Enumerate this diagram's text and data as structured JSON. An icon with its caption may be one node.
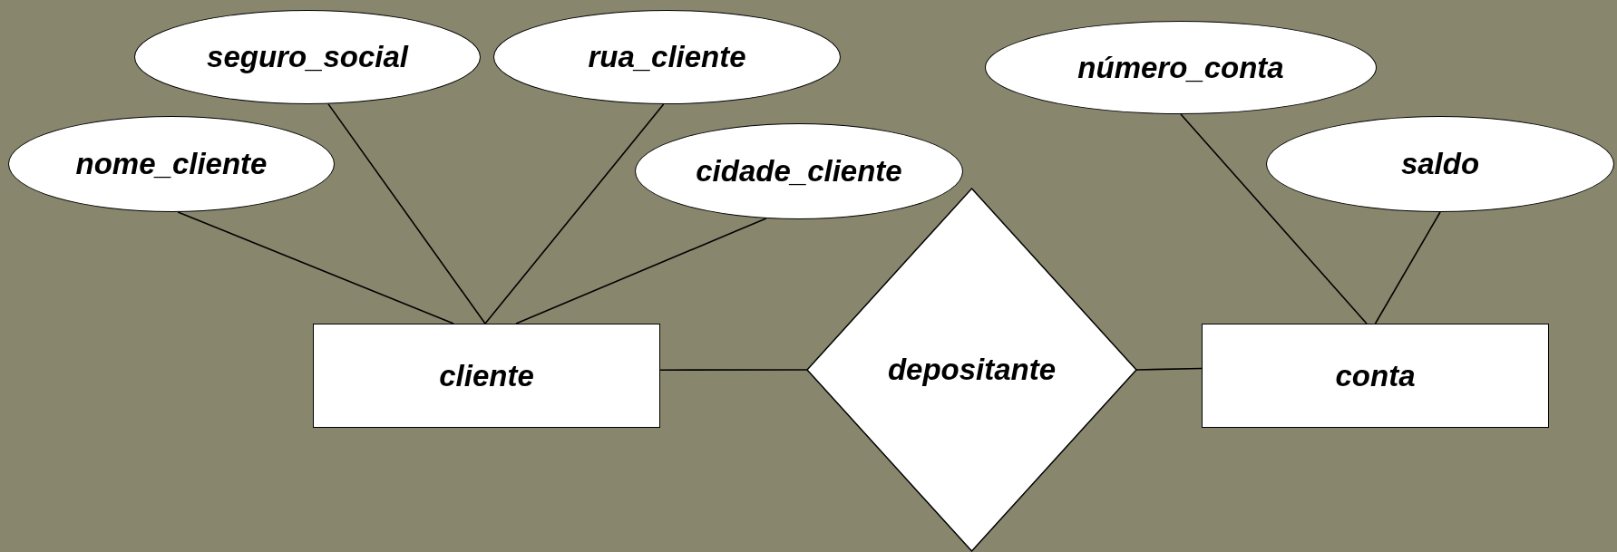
{
  "diagram": {
    "nodes": [
      {
        "text": [
          "seguro_social"
        ]
      },
      {
        "text": [
          "rua_cliente"
        ]
      },
      {
        "text": [
          "número_conta"
        ]
      },
      {
        "text": [
          "nome_cliente"
        ]
      },
      {
        "text": [
          "cidade_cliente"
        ]
      },
      {
        "text": [
          "saldo"
        ]
      },
      {
        "text": [
          "cliente"
        ]
      },
      {
        "text": [
          "depositante"
        ]
      },
      {
        "text": [
          "conta"
        ]
      }
    ],
    "edges": [
      {
        "from": 3,
        "to": 6,
        "arrow": "none"
      },
      {
        "from": 0,
        "to": 6,
        "arrow": "none"
      },
      {
        "from": 1,
        "to": 6,
        "arrow": "none"
      },
      {
        "from": 4,
        "to": 6,
        "arrow": "none"
      },
      {
        "from": 6,
        "to": 7,
        "arrow": "none"
      },
      {
        "from": 7,
        "to": 8,
        "arrow": "none"
      },
      {
        "from": 2,
        "to": 8,
        "arrow": "none"
      },
      {
        "from": 5,
        "to": 8,
        "arrow": "none"
      }
    ]
  }
}
